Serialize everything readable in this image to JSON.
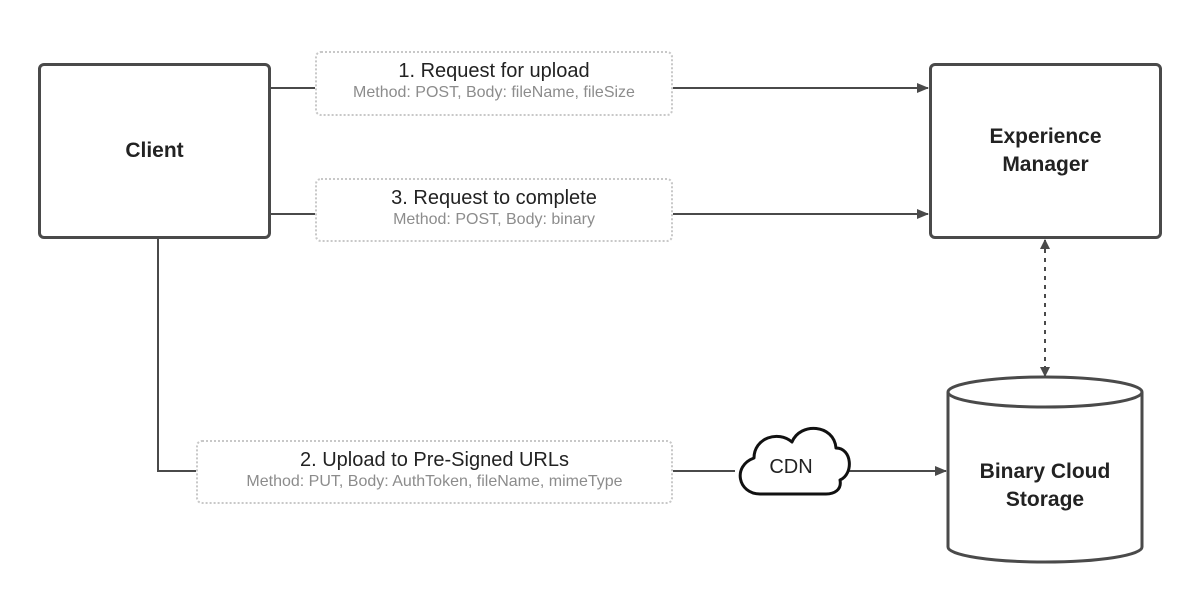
{
  "nodes": {
    "client": "Client",
    "experience_manager": "Experience\nManager",
    "binary_cloud_storage": "Binary Cloud\nStorage",
    "cdn": "CDN"
  },
  "edges": {
    "request_upload": {
      "title": "1. Request for upload",
      "detail": "Method: POST, Body: fileName, fileSize"
    },
    "request_complete": {
      "title": "3. Request to complete",
      "detail": "Method: POST, Body: binary"
    },
    "upload_presigned": {
      "title": "2. Upload to Pre-Signed URLs",
      "detail": "Method: PUT, Body: AuthToken, fileName, mimeType"
    }
  },
  "colors": {
    "stroke": "#4a4a4a",
    "label_border": "#c8c8c8",
    "detail_text": "#8c8c8c"
  }
}
